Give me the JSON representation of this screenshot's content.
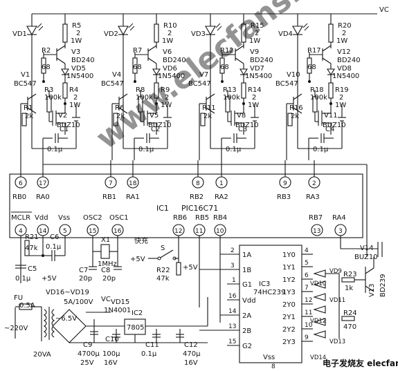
{
  "rail": {
    "vc": "VC"
  },
  "channels": [
    {
      "led": "VD1",
      "r_top": "R5",
      "r_top_val": "2",
      "r_top_w": "1W",
      "r_base": "R2",
      "r_base_val": "68",
      "pnp": "V3",
      "pnp_type": "BD240",
      "diode": "VD5",
      "diode_type": "1N5400",
      "r_mid": "R3",
      "r_mid_val": "100k",
      "r_dr": "R4",
      "r_dr_val": "2",
      "r_dr_w": "1W",
      "npn": "V1",
      "npn_type": "BC547",
      "r_pd": "R1",
      "r_pd_val": "2k",
      "mos": "V2",
      "mos_type": "BUZ10",
      "cap": "C1",
      "cap_val": "0.1μ"
    },
    {
      "led": "VD2",
      "r_top": "R10",
      "r_top_val": "2",
      "r_top_w": "1W",
      "r_base": "R7",
      "r_base_val": "68",
      "pnp": "V6",
      "pnp_type": "BD240",
      "diode": "VD6",
      "diode_type": "1N5400",
      "r_mid": "R8",
      "r_mid_val": "100k",
      "r_dr": "R9",
      "r_dr_val": "2",
      "r_dr_w": "1W",
      "npn": "V4",
      "npn_type": "BC547",
      "r_pd": "R6",
      "r_pd_val": "2k",
      "mos": "V5",
      "mos_type": "BUZ10",
      "cap": "C2",
      "cap_val": "0.1μ"
    },
    {
      "led": "VD3",
      "r_top": "R15",
      "r_top_val": "2",
      "r_top_w": "1W",
      "r_base": "R12",
      "r_base_val": "68",
      "pnp": "V9",
      "pnp_type": "BD240",
      "diode": "VD7",
      "diode_type": "1N5400",
      "r_mid": "R13",
      "r_mid_val": "100k",
      "r_dr": "R14",
      "r_dr_val": "2",
      "r_dr_w": "1W",
      "npn": "V7",
      "npn_type": "BC547",
      "r_pd": "R11",
      "r_pd_val": "2k",
      "mos": "V8",
      "mos_type": "BUZ10",
      "cap": "C3",
      "cap_val": "0.1μ"
    },
    {
      "led": "VD4",
      "r_top": "R20",
      "r_top_val": "2",
      "r_top_w": "1W",
      "r_base": "R17",
      "r_base_val": "68",
      "pnp": "V12",
      "pnp_type": "BD240",
      "diode": "VD8",
      "diode_type": "1N5400",
      "r_mid": "R18",
      "r_mid_val": "100k",
      "r_dr": "R19",
      "r_dr_val": "2",
      "r_dr_w": "1W",
      "npn": "V10",
      "npn_type": "BC547",
      "r_pd": "R16",
      "r_pd_val": "2k",
      "mos": "V11",
      "mos_type": "BUZ10",
      "cap": "C4",
      "cap_val": "0.1μ"
    }
  ],
  "ic1": {
    "label": "IC1",
    "part": "PIC16C71",
    "top_pins": [
      {
        "num": "6",
        "name": "RB0"
      },
      {
        "num": "17",
        "name": "RA0"
      },
      {
        "num": "7",
        "name": "RB1"
      },
      {
        "num": "18",
        "name": "RA1"
      },
      {
        "num": "8",
        "name": "RB2"
      },
      {
        "num": "1",
        "name": "RA2"
      },
      {
        "num": "9",
        "name": "RB3"
      },
      {
        "num": "2",
        "name": "RA3"
      }
    ],
    "bottom_pins": [
      {
        "num": "4",
        "name": "MCLR"
      },
      {
        "num": "14",
        "name": "Vdd"
      },
      {
        "num": "5",
        "name": "Vss"
      },
      {
        "num": "15",
        "name": "OSC2"
      },
      {
        "num": "16",
        "name": "OSC1"
      },
      {
        "num": "12",
        "name": "RB6"
      },
      {
        "num": "11",
        "name": "RB5"
      },
      {
        "num": "10",
        "name": "RB4"
      },
      {
        "num": "13",
        "name": "RB7"
      },
      {
        "num": "3",
        "name": "RA4"
      }
    ]
  },
  "reset": {
    "r": "R21",
    "r_val": "47k",
    "c6": "C6",
    "c6_val": "0.1μ",
    "c5": "C5",
    "c5_val": "0.1μ",
    "supply": "+5V"
  },
  "osc": {
    "c7": "C7",
    "c7_val": "20p",
    "xtal": "X1",
    "xtal_val": "1MHz",
    "c8": "C8",
    "c8_val": "20p"
  },
  "switch": {
    "label": "快充",
    "name": "S",
    "supply": "+5V",
    "r": "R22",
    "r_val": "47k",
    "supply2": "+5V"
  },
  "ic3": {
    "label": "IC3",
    "part": "74HC239",
    "left_pins": [
      {
        "num": "2",
        "name": "1A"
      },
      {
        "num": "3",
        "name": "1B"
      },
      {
        "num": "1",
        "name": "G1"
      },
      {
        "num": "16",
        "name": "Vdd"
      },
      {
        "num": "14",
        "name": "2A"
      },
      {
        "num": "13",
        "name": "2B"
      },
      {
        "num": "15",
        "name": "G2"
      }
    ],
    "right_pins": [
      {
        "num": "4",
        "name": "1Y0"
      },
      {
        "num": "5",
        "name": "1Y1"
      },
      {
        "num": "6",
        "name": "1Y2"
      },
      {
        "num": "7",
        "name": "1Y3"
      },
      {
        "num": "12",
        "name": "2Y0"
      },
      {
        "num": "11",
        "name": "2Y1"
      },
      {
        "num": "10",
        "name": "2Y2"
      },
      {
        "num": "9",
        "name": "2Y3"
      }
    ],
    "bottom_pin": {
      "num": "8",
      "name": "Vss"
    }
  },
  "indicators": {
    "leds": [
      "VD9",
      "VD10",
      "VD11",
      "VD12",
      "VD13",
      "VD14"
    ],
    "r23": "R23",
    "r23_val": "1k",
    "r24": "R24",
    "r24_val": "470",
    "v13": "V13",
    "v13_type": "BD239",
    "v14": "V14",
    "v14_type": "BUZ10"
  },
  "power": {
    "fuse": "FU",
    "fuse_val": "0.5A",
    "mains": "~220V",
    "sec": "~6.5V",
    "xfmr": "20VA",
    "bridge": "VD16~VD19",
    "bridge_val": "5A/100V",
    "vd15": "VD15",
    "vd15_type": "1N4001",
    "vc": "VC",
    "c9": "C9",
    "c9_val": "4700μ",
    "c9_v": "25V",
    "c10": "C10",
    "c10_val": "100μ",
    "c10_v": "16V",
    "ic2": "IC2",
    "ic2_part": "7805",
    "c11": "C11",
    "c11_val": "0.1μ",
    "c12": "C12",
    "c12_val": "470μ",
    "c12_v": "16V"
  },
  "watermark": "www.elecfans.com",
  "logo": "电子发烧友 elecfans.com"
}
